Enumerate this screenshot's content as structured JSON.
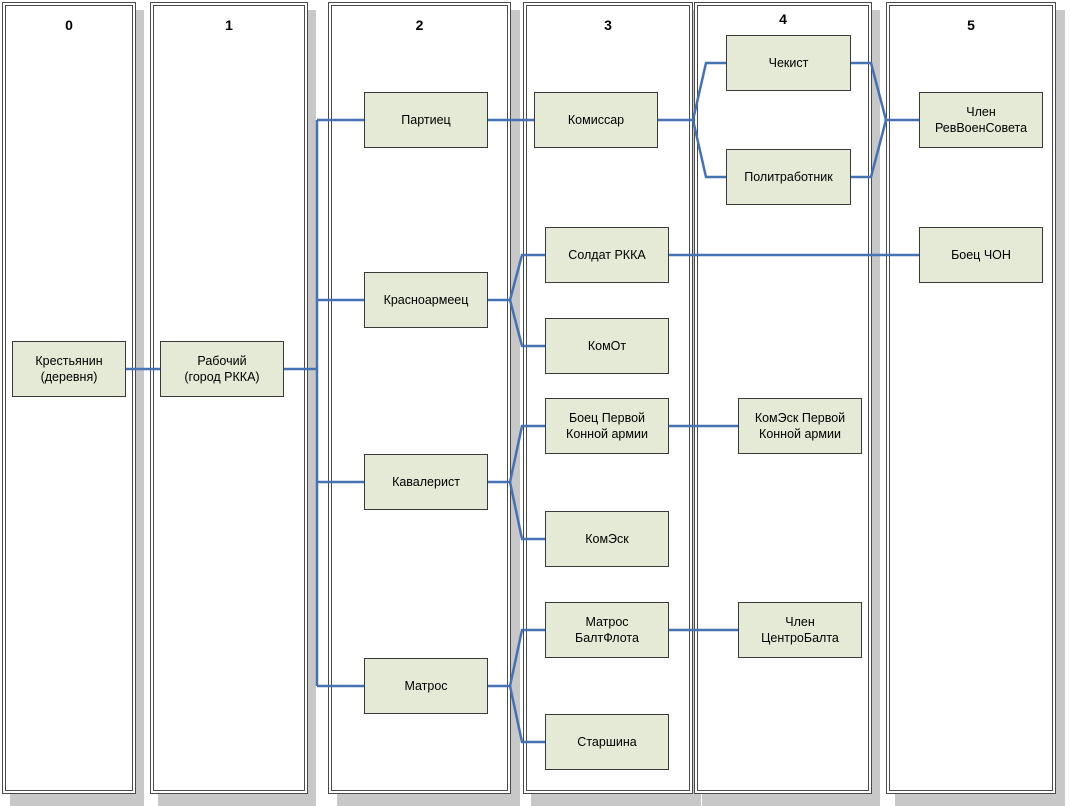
{
  "columns": [
    "0",
    "1",
    "2",
    "3",
    "4",
    "5"
  ],
  "nodes": {
    "krestyanin": "Крестьянин\n(деревня)",
    "rabochiy": "Рабочий\n(город РККА)",
    "partiets": "Партиец",
    "krasnoarmeets": "Красноармеец",
    "kavalerist": "Кавалерист",
    "matros": "Матрос",
    "komissar": "Комиссар",
    "soldat": "Солдат РККА",
    "komot": "КомОт",
    "boets_konnoy": "Боец Первой\nКонной армии",
    "komesk": "КомЭск",
    "matros_balt": "Матрос\nБалтФлота",
    "starshina": "Старшина",
    "chekist": "Чекист",
    "politrabotnik": "Политработник",
    "komesk_konnoy": "КомЭск Первой\nКонной армии",
    "chlen_tsentrobalta": "Член\nЦентроБалта",
    "chlen_revvoensoveta": "Член\nРевВоенСовета",
    "boets_chon": "Боец ЧОН"
  },
  "colors": {
    "node_fill": "#e4ead5",
    "link": "#4472b4",
    "column_border": "#4a4a4a",
    "shadow": "#c8c8c8"
  }
}
